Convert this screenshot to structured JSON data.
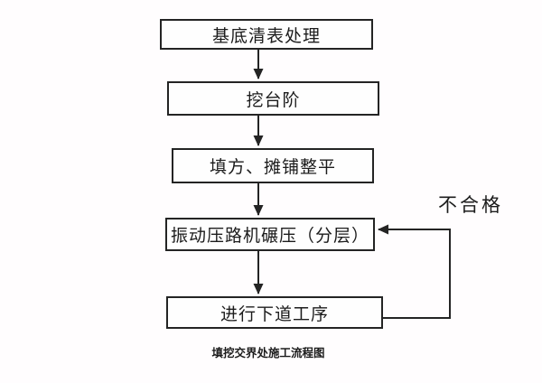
{
  "flowchart": {
    "caption": "填挖交界处施工流程图",
    "feedback_label": "不合格",
    "nodes": [
      {
        "label": "基底清表处理"
      },
      {
        "label": "挖台阶"
      },
      {
        "label": "填方、摊铺整平"
      },
      {
        "label": "振动压路机碾压（分层）"
      },
      {
        "label": "进行下道工序"
      }
    ],
    "edges": [
      {
        "from": "基底清表处理",
        "to": "挖台阶"
      },
      {
        "from": "挖台阶",
        "to": "填方、摊铺整平"
      },
      {
        "from": "填方、摊铺整平",
        "to": "振动压路机碾压（分层）"
      },
      {
        "from": "振动压路机碾压（分层）",
        "to": "进行下道工序"
      },
      {
        "from": "进行下道工序",
        "to": "振动压路机碾压（分层）",
        "label": "不合格"
      }
    ],
    "colors": {
      "line": "#242424",
      "box_border": "#242424",
      "text": "#1c1c1c",
      "background": "#fffdfe"
    }
  }
}
